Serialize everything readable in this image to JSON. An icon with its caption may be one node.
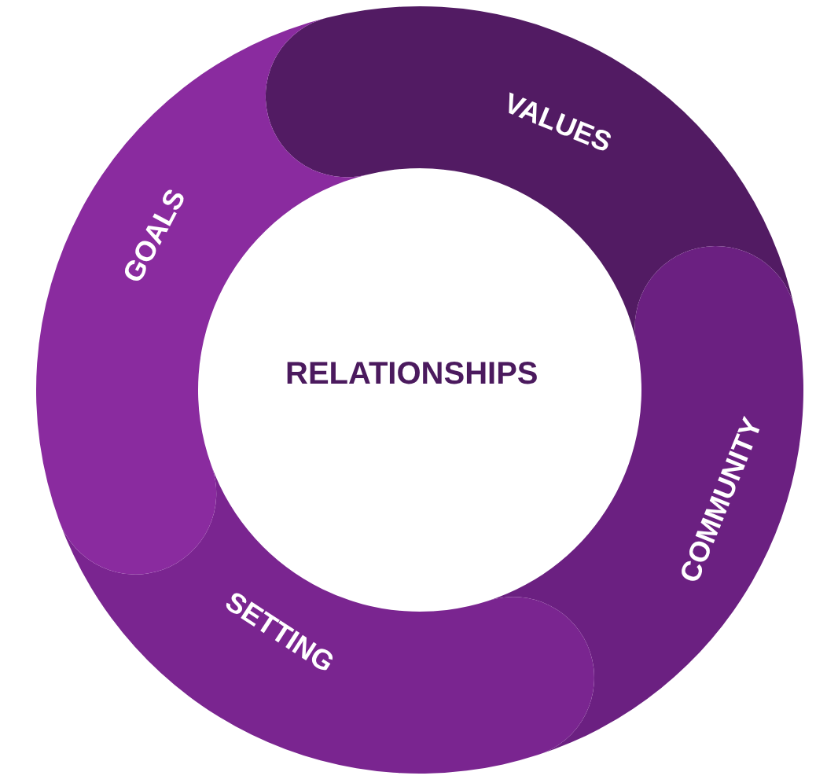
{
  "diagram": {
    "nodes": [
      {
        "text": [
          "RELATIONSHIPS"
        ]
      },
      {
        "text": [
          "VALUES"
        ]
      },
      {
        "text": [
          "COMMUNITY"
        ]
      },
      {
        "text": [
          "SETTING"
        ]
      },
      {
        "text": [
          "GOALS"
        ]
      }
    ]
  }
}
